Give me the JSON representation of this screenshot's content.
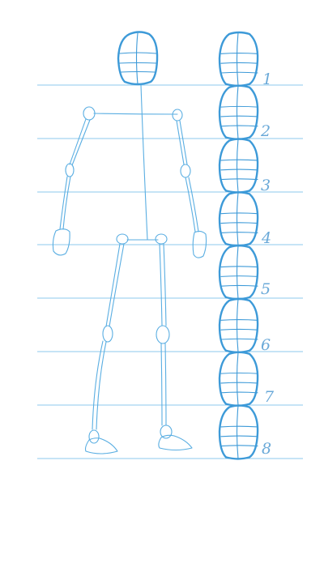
{
  "colors": {
    "line": "#8cc8ec",
    "stroke": "#3d9ad8",
    "stroke_light": "#5aaee2",
    "label": "#6aa9d8"
  },
  "measure": {
    "labels": [
      "1",
      "2",
      "3",
      "4",
      "5",
      "6",
      "7",
      "8"
    ]
  }
}
